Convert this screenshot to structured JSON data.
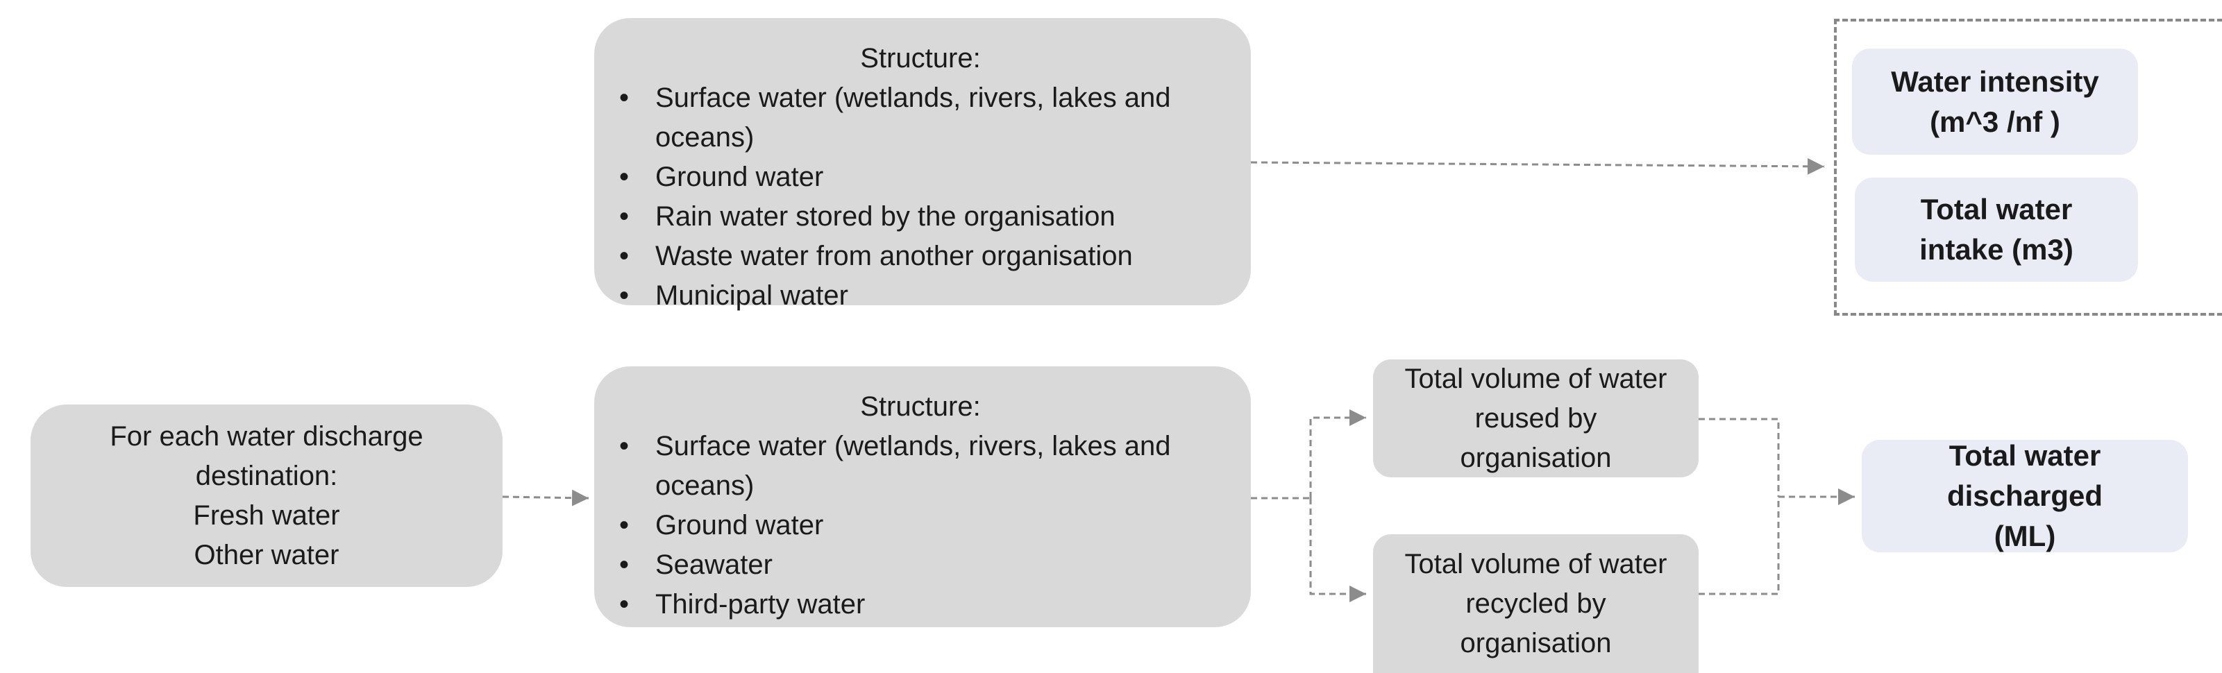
{
  "intake_structure": {
    "heading": "Structure:",
    "items": [
      "Surface water (wetlands, rivers, lakes and oceans)",
      "Ground water",
      "Rain water stored by the organisation",
      "Waste water from another organisation",
      "Municipal water"
    ]
  },
  "intake_results": {
    "water_intensity": "Water intensity (m^3 /nf )",
    "total_water_intake": "Total water intake (m3)"
  },
  "discharge_destination": {
    "heading": "For each water discharge destination:",
    "items": [
      "Fresh water",
      "Other water"
    ]
  },
  "discharge_structure": {
    "heading": "Structure:",
    "items": [
      "Surface water (wetlands, rivers, lakes and oceans)",
      "Ground water",
      "Seawater",
      "Third-party water"
    ]
  },
  "reuse": {
    "reused": "Total volume of water reused by organisation",
    "recycled": "Total volume of water recycled by organisation"
  },
  "discharge_result": {
    "total_discharged": "Total water discharged (ML)"
  },
  "colors": {
    "box_fill": "#d9d9d9",
    "result_fill": "#e9ebf5",
    "connector": "#8c8c8c"
  }
}
